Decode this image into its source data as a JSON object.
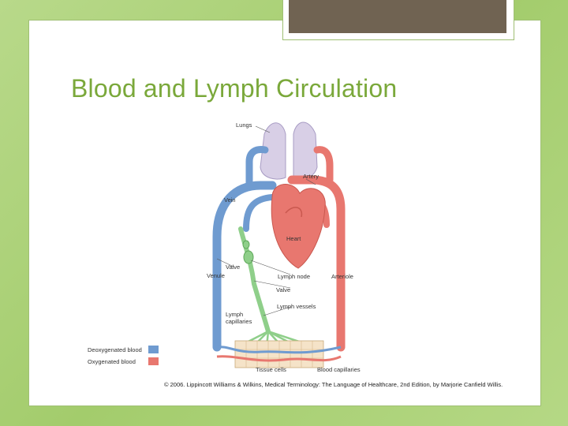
{
  "slide": {
    "title": "Blood and Lymph Circulation",
    "credit": "© 2006. Lippincott Williams & Wilkins, Medical Terminology: The Language of Healthcare, 2nd Edition, by Marjorie Canfield Willis."
  },
  "diagram": {
    "labels": {
      "lungs": "Lungs",
      "artery": "Artery",
      "vein": "Vein",
      "heart": "Heart",
      "valve_vein": "Valve",
      "venule": "Venule",
      "lymph_node": "Lymph node",
      "arteriole": "Arteriole",
      "valve_lymph": "Valve",
      "lymph_vessels": "Lymph vessels",
      "lymph_capillaries_1": "Lymph",
      "lymph_capillaries_2": "capillaries",
      "tissue_cells": "Tissue cells",
      "blood_capillaries": "Blood capillaries"
    },
    "legend": [
      {
        "label": "Deoxygenated blood",
        "color": "#6f9bd0"
      },
      {
        "label": "Oxygenated blood",
        "color": "#e8776f"
      }
    ],
    "colors": {
      "deoxygenated": "#6f9bd0",
      "oxygenated": "#e8776f",
      "lymph": "#8fcf8a",
      "lungs": "#d8cfe6",
      "tissue": "#f5e3c8"
    }
  }
}
